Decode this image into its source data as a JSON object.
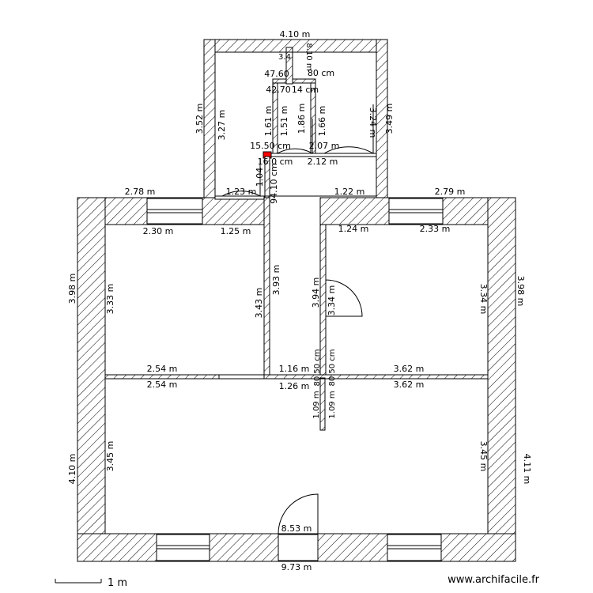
{
  "plan": {
    "annex": {
      "top_ext": "4.10 m",
      "left_ext": "3.52 m",
      "left_int": "3.27 m",
      "right_int": "3.24 m",
      "right_ext": "3.49 m",
      "bottom_left": "1.23 m",
      "bottom_right": "1.22 m",
      "shaft_top": "3.4",
      "shaft_right": "8.10 m",
      "shaft_left_cm": "47.60",
      "shaft_cm": "80 cm",
      "closet_top": "42.70",
      "closet_top2": "14 cm",
      "closet_left": "1.61 m",
      "closet_inner": "1.51 m",
      "closet_inner2": "1.86 m",
      "closet_right": "1.66 m",
      "wall_cm": "15.50 cm",
      "wall_m": "2.07 m",
      "wall_cm2": "16.0 cm",
      "wall_m2": "2.12 m",
      "door_h": "1.04",
      "corridor": "94.10 cm"
    },
    "main": {
      "top_left": "2.78 m",
      "top_right": "2.79 m",
      "left_ext_top": "3.98 m",
      "right_ext_top": "3.98 m",
      "left_ext_bottom": "4.10 m",
      "right_ext_bottom": "4.11 m",
      "bottom_ext": "9.73 m",
      "bottom_int": "8.53 m"
    },
    "room_tl": {
      "top_a": "2.30 m",
      "top_b": "1.25 m",
      "left": "3.33 m",
      "right_a": "3.43 m",
      "right_b": "3.93 m",
      "bottom": "2.54 m"
    },
    "room_tr": {
      "top_a": "1.24 m",
      "top_b": "2.33 m",
      "left_a": "3.94 m",
      "left_b": "3.34 m",
      "right": "3.34 m",
      "bottom": "3.62 m"
    },
    "corridor": {
      "bottom_a": "1.16 m",
      "bottom_b": "1.26 m",
      "door_a": "80.50 cm",
      "door_b": "80.50 cm",
      "door_c": "1.09 m",
      "door_d": "1.09 m"
    },
    "room_bottom": {
      "top_left": "2.54 m",
      "top_right": "3.62 m",
      "left": "3.45 m",
      "right": "3.45 m"
    }
  },
  "scale_bar": {
    "label": "1 m"
  },
  "watermark": "www.archifacile.fr",
  "colors": {
    "wall_hatch": "#000000",
    "marker": "#ff0000"
  }
}
